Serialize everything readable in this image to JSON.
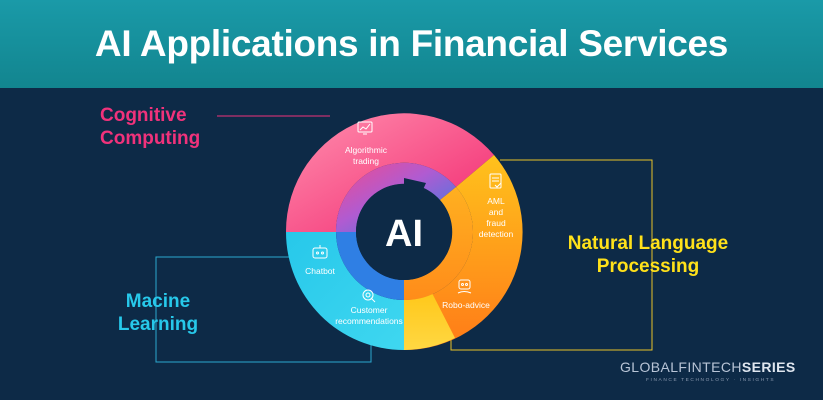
{
  "header": {
    "title": "AI Applications in Financial Services"
  },
  "categories": {
    "cognitive": {
      "line1": "Cognitive",
      "line2": "Computing",
      "color": "#f0327b"
    },
    "nlp": {
      "line1": "Natural Language",
      "line2": "Processing",
      "color": "#ffe11a"
    },
    "ml": {
      "line1": "Macine",
      "line2": "Learning",
      "color": "#27c8ea"
    }
  },
  "center": {
    "label": "AI"
  },
  "segments": {
    "algorithmic_trading": {
      "line1": "Algorithmic",
      "line2": "trading",
      "icon": "chart-screen-icon"
    },
    "aml": {
      "line1": "AML",
      "line2": "and",
      "line3": "fraud",
      "line4": "detection",
      "icon": "document-check-icon"
    },
    "robo_advice": {
      "line1": "Robo-advice",
      "icon": "robot-hand-icon"
    },
    "chatbot": {
      "line1": "Chatbot",
      "icon": "chatbot-icon"
    },
    "customer_recs": {
      "line1": "Customer",
      "line2": "recommendations",
      "icon": "thumbs-up-gear-icon"
    }
  },
  "brand": {
    "name_regular": "GLOBALFINTECH",
    "name_bold": "SERIES",
    "tagline": "FINANCE TECHNOLOGY · INSIGHTS"
  }
}
